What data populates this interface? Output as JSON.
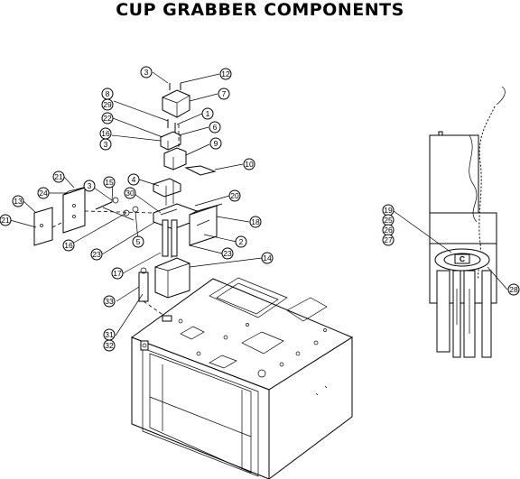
{
  "title": "CUP GRABBER COMPONENTS",
  "callouts": [
    {
      "label": "3"
    },
    {
      "label": "12"
    },
    {
      "label": "7"
    },
    {
      "label": "8"
    },
    {
      "label": "29"
    },
    {
      "label": "1"
    },
    {
      "label": "22"
    },
    {
      "label": "6"
    },
    {
      "label": "16"
    },
    {
      "label": "3"
    },
    {
      "label": "9"
    },
    {
      "label": "10"
    },
    {
      "label": "21"
    },
    {
      "label": "15"
    },
    {
      "label": "4"
    },
    {
      "label": "24"
    },
    {
      "label": "3"
    },
    {
      "label": "30"
    },
    {
      "label": "20"
    },
    {
      "label": "13"
    },
    {
      "label": "21"
    },
    {
      "label": "18"
    },
    {
      "label": "16"
    },
    {
      "label": "5"
    },
    {
      "label": "2"
    },
    {
      "label": "23"
    },
    {
      "label": "23"
    },
    {
      "label": "17"
    },
    {
      "label": "14"
    },
    {
      "label": "33"
    },
    {
      "label": "31"
    },
    {
      "label": "32"
    },
    {
      "label": "19"
    },
    {
      "label": "25"
    },
    {
      "label": "26"
    },
    {
      "label": "27"
    },
    {
      "label": "28"
    }
  ]
}
